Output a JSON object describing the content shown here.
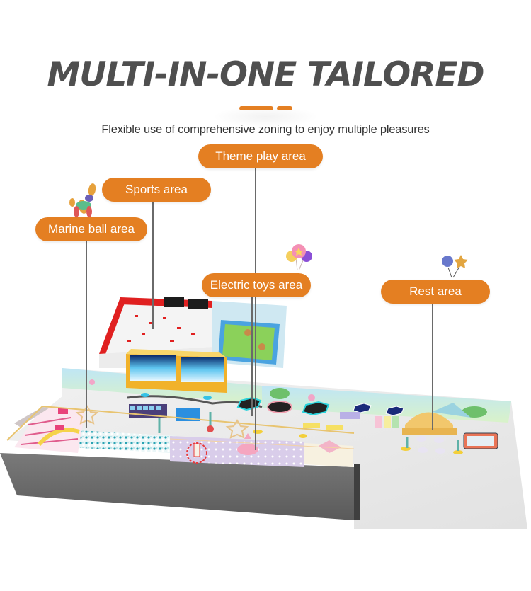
{
  "header": {
    "title": "MULTI-IN-ONE TAILORED",
    "subtitle": "Flexible use of comprehensive zoning to enjoy multiple pleasures",
    "accent_color": "#e47f22",
    "title_color": "#4f4f4f"
  },
  "zones": [
    {
      "id": "marine",
      "label": "Marine ball area"
    },
    {
      "id": "sports",
      "label": "Sports area"
    },
    {
      "id": "theme",
      "label": "Theme play area"
    },
    {
      "id": "electric",
      "label": "Electric toys area"
    },
    {
      "id": "rest",
      "label": "Rest area"
    }
  ],
  "decorations": {
    "balloon_dog": "balloon-dog",
    "balloon_cluster_pink": "balloon-cluster",
    "balloon_pair_blue_star": "balloon-pair"
  }
}
